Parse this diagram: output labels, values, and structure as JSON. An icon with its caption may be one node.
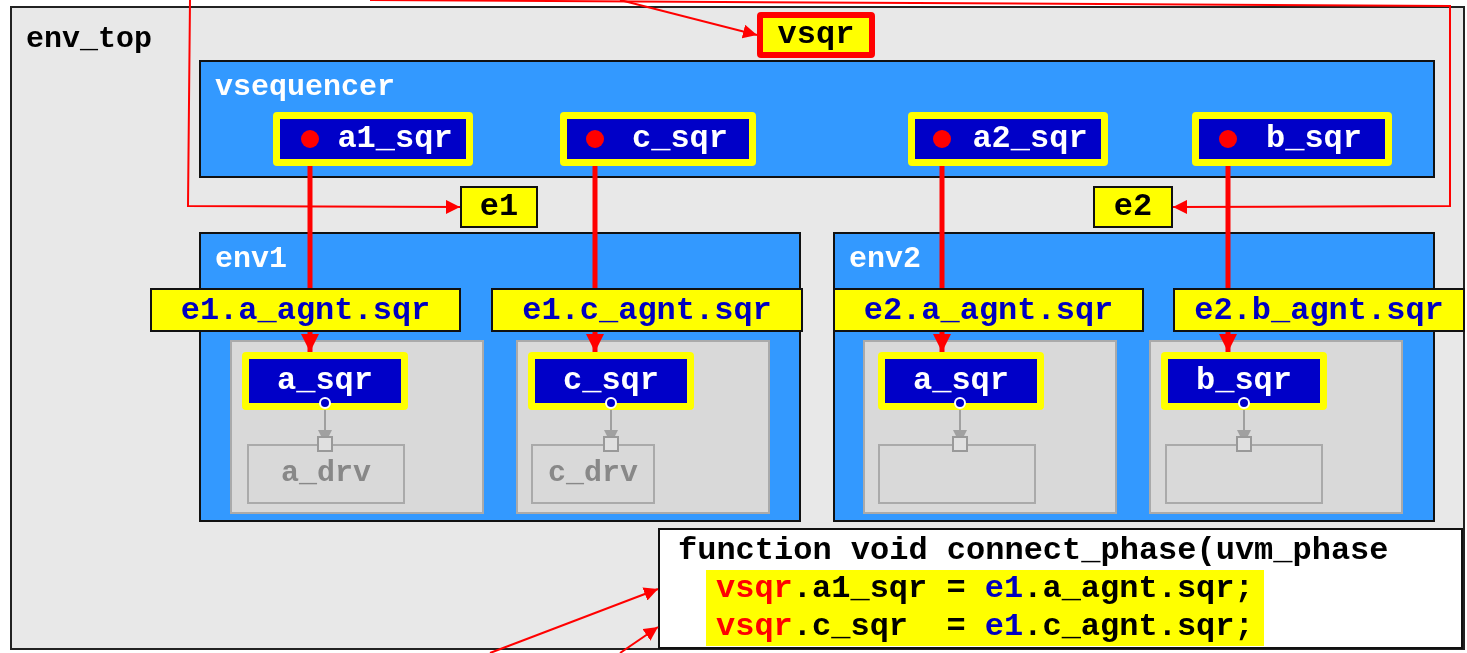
{
  "diagram": {
    "nodes": [
      {
        "text": [
          "env_top"
        ]
      },
      {
        "text": [
          "vsqr"
        ],
        "in": 0
      },
      {
        "text": [
          "vsequencer"
        ],
        "in": 0
      },
      {
        "text": [
          "a1_sqr"
        ],
        "in": 2
      },
      {
        "text": [
          "c_sqr"
        ],
        "in": 2
      },
      {
        "text": [
          "a2_sqr"
        ],
        "in": 2
      },
      {
        "text": [
          "b_sqr"
        ],
        "in": 2
      },
      {
        "text": [
          "e1"
        ],
        "in": 0
      },
      {
        "text": [
          "env1"
        ],
        "in": 0
      },
      {
        "text": [],
        "shape": "box",
        "in": 8
      },
      {
        "text": [
          "a_sqr"
        ],
        "in": 9
      },
      {
        "text": [
          "a_drv"
        ],
        "in": 9
      },
      {
        "text": [],
        "shape": "box",
        "in": 8
      },
      {
        "text": [
          "c_sqr"
        ],
        "in": 12
      },
      {
        "text": [
          "c_drv"
        ],
        "in": 12
      },
      {
        "text": [
          "e2"
        ],
        "in": 0
      },
      {
        "text": [
          "env2"
        ],
        "in": 0
      },
      {
        "text": [],
        "shape": "box",
        "in": 16
      },
      {
        "text": [
          "a_sqr"
        ],
        "in": 17
      },
      {
        "text": [],
        "shape": "box",
        "in": 17
      },
      {
        "text": [],
        "shape": "box",
        "in": 16
      },
      {
        "text": [
          "b_sqr"
        ],
        "in": 20
      },
      {
        "text": [],
        "shape": "box",
        "in": 20
      },
      {
        "text": [
          "function void connect_phase(uvm_phase",
          "vsqr.a1_sqr = e1.a_agnt.sqr;",
          "vsqr.c_sqr  = e1.c_agnt.sqr;"
        ],
        "in": 0
      }
    ],
    "edges": [
      {
        "from": null,
        "to": 1,
        "arrow": "to"
      },
      {
        "from": null,
        "to": 7,
        "arrow": "to"
      },
      {
        "from": null,
        "to": 15,
        "arrow": "to"
      },
      {
        "from": 3,
        "to": 10,
        "arrow": "to",
        "label": "e1.a_agnt.sqr",
        "style": "thick"
      },
      {
        "from": 4,
        "to": 13,
        "arrow": "to",
        "label": "e1.c_agnt.sqr",
        "style": "thick"
      },
      {
        "from": 5,
        "to": 18,
        "arrow": "to",
        "label": "e2.a_agnt.sqr",
        "style": "thick"
      },
      {
        "from": 6,
        "to": 21,
        "arrow": "to",
        "label": "e2.b_agnt.sqr",
        "style": "thick"
      },
      {
        "from": 10,
        "to": 11,
        "arrow": "to",
        "color": "#a0a0a0"
      },
      {
        "from": 13,
        "to": 14,
        "arrow": "to",
        "color": "#a0a0a0"
      },
      {
        "from": 18,
        "to": 19,
        "arrow": "to",
        "color": "#a0a0a0"
      },
      {
        "from": 21,
        "to": 22,
        "arrow": "to",
        "color": "#a0a0a0"
      },
      {
        "from": null,
        "to": 23,
        "arrow": "to"
      },
      {
        "from": null,
        "to": 23,
        "arrow": "to"
      }
    ]
  }
}
